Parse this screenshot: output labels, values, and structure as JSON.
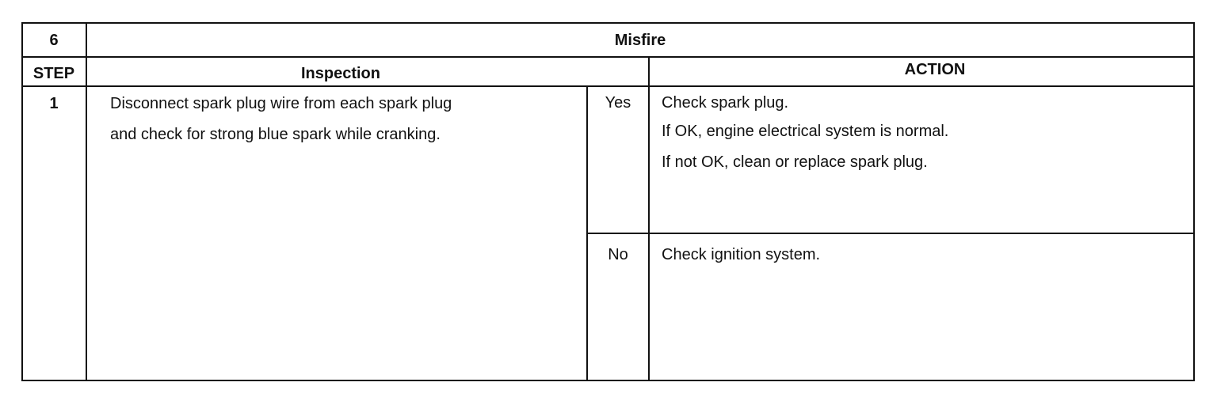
{
  "table": {
    "section_number": "6",
    "section_title": "Misfire",
    "headers": {
      "step": "STEP",
      "inspection": "Inspection",
      "action": "ACTION"
    },
    "rows": [
      {
        "step": "1",
        "inspection_lines": [
          "Disconnect spark plug wire from each spark plug",
          "and check for strong blue spark while cranking."
        ],
        "outcomes": [
          {
            "answer": "Yes",
            "action_lines": [
              "Check spark plug.",
              "If OK, engine electrical system is normal.",
              "If not OK, clean or replace spark plug."
            ]
          },
          {
            "answer": "No",
            "action_lines": [
              "Check ignition system."
            ]
          }
        ]
      }
    ]
  }
}
